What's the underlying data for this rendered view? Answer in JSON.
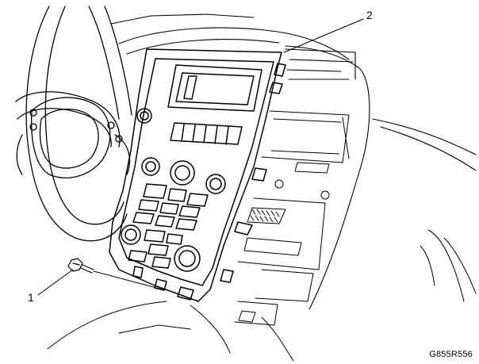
{
  "callouts": [
    {
      "number": "1",
      "part": "screw"
    },
    {
      "number": "2",
      "part": "bracket"
    }
  ],
  "figure_id": "G855R556"
}
